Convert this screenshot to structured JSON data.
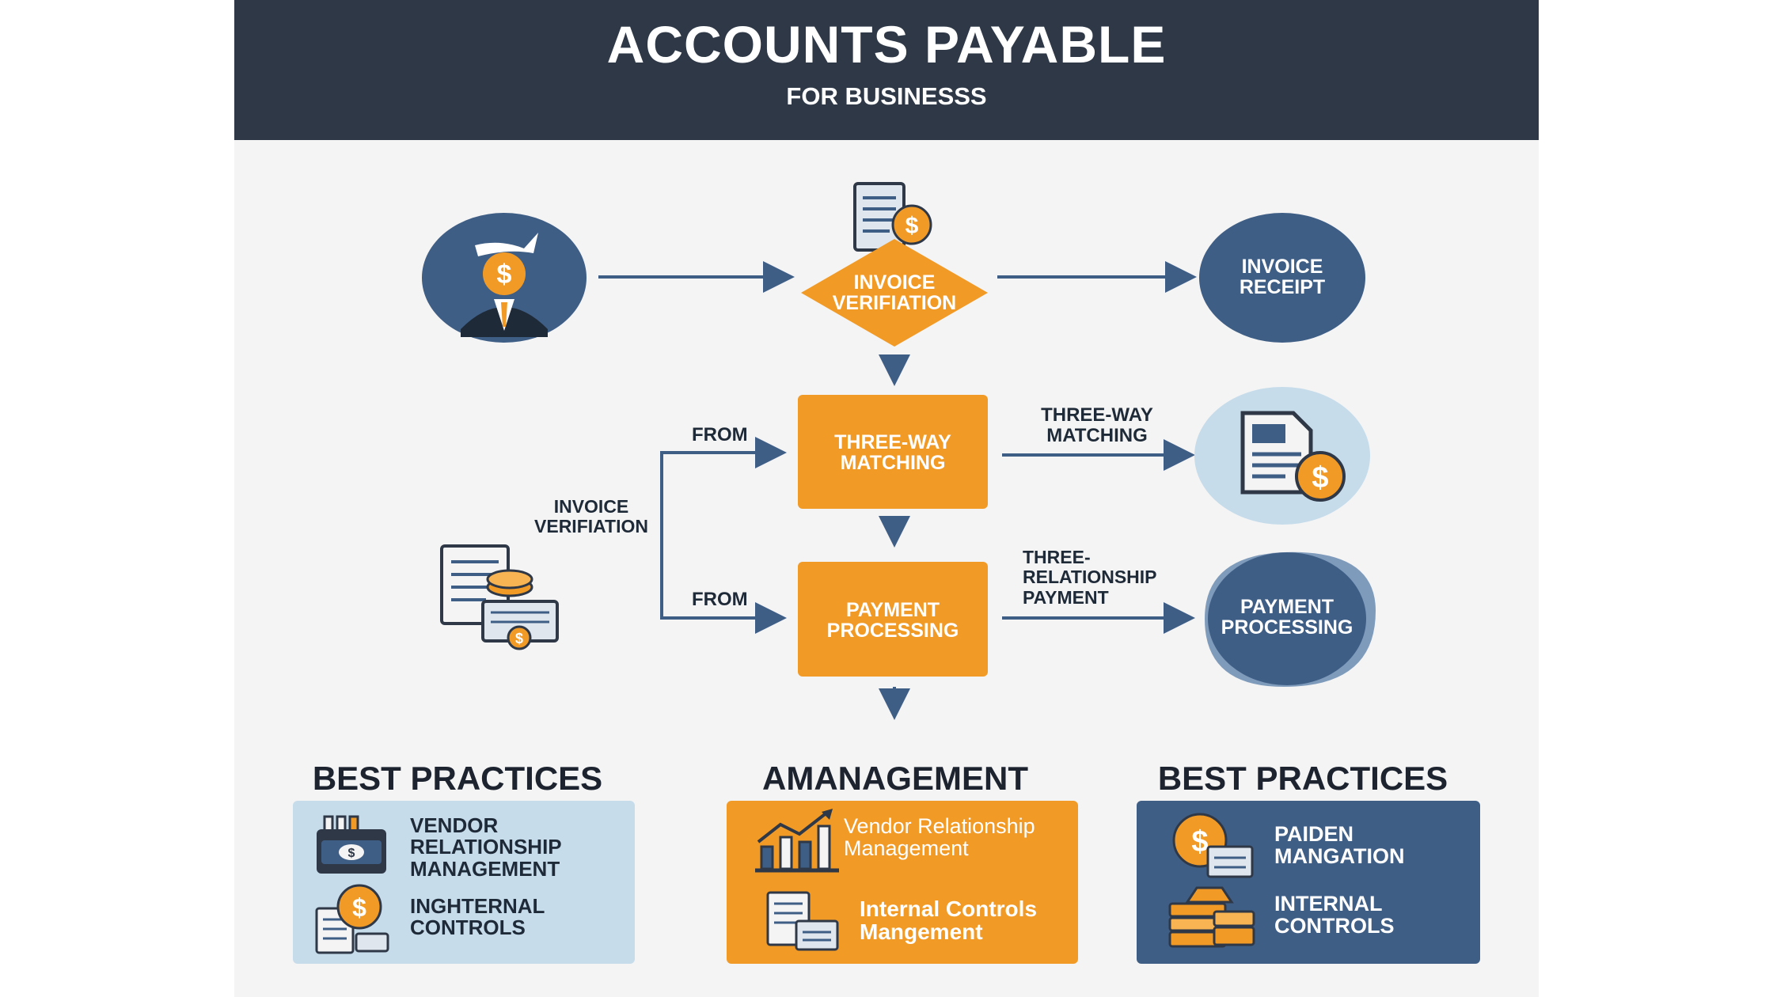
{
  "header": {
    "title": "ACCOUNTS PAYABLE",
    "subtitle": "FOR BUSINESSS"
  },
  "flow": {
    "invoice_verification_diamond": "INVOICE VERIFIATION",
    "invoice_receipt_circle": "INVOICE RECEIPT",
    "three_way_matching_box": "THREE-WAY MATCHING",
    "three_way_matching_label": "THREE-WAY MATCHING",
    "payment_processing_box": "PAYMENT PROCESSING",
    "three_relationship_label": "THREE- RELATIONSHIP PAYMENT",
    "payment_processing_circle": "PAYMENT PROCESSING",
    "from_top": "FROM",
    "from_bottom": "FROM",
    "invoice_verification_side": "INVOICE VERIFIATION"
  },
  "sections": {
    "left": {
      "heading": "BEST PRACTICES",
      "items": [
        "VENDOR RELATIONSHIP MANAGEMENT",
        "INGHTERNAL CONTROLS"
      ]
    },
    "middle": {
      "heading": "AMANAGEMENT",
      "items": [
        "Vendor Relationship Management",
        "Internal Controls Mangement"
      ]
    },
    "right": {
      "heading": "BEST PRACTICES",
      "items": [
        "PAIDEN MANGATION",
        "INTERNAL CONTROLS"
      ]
    }
  },
  "icons": {
    "businessman": "businessman-dollar-icon",
    "invoice_doc": "invoice-dollar-icon",
    "document_coins": "document-coins-icon",
    "wallet": "wallet-icon",
    "dollar_doc": "dollar-document-icon",
    "growth_chart": "growth-chart-icon",
    "documents": "documents-icon",
    "coin_doc": "coin-document-icon",
    "coin_stack": "coin-stack-icon"
  },
  "colors": {
    "navy": "#2e3847",
    "blue": "#3f5e86",
    "light_blue": "#c6dceb",
    "orange": "#f29a26",
    "background": "#f4f4f4"
  }
}
